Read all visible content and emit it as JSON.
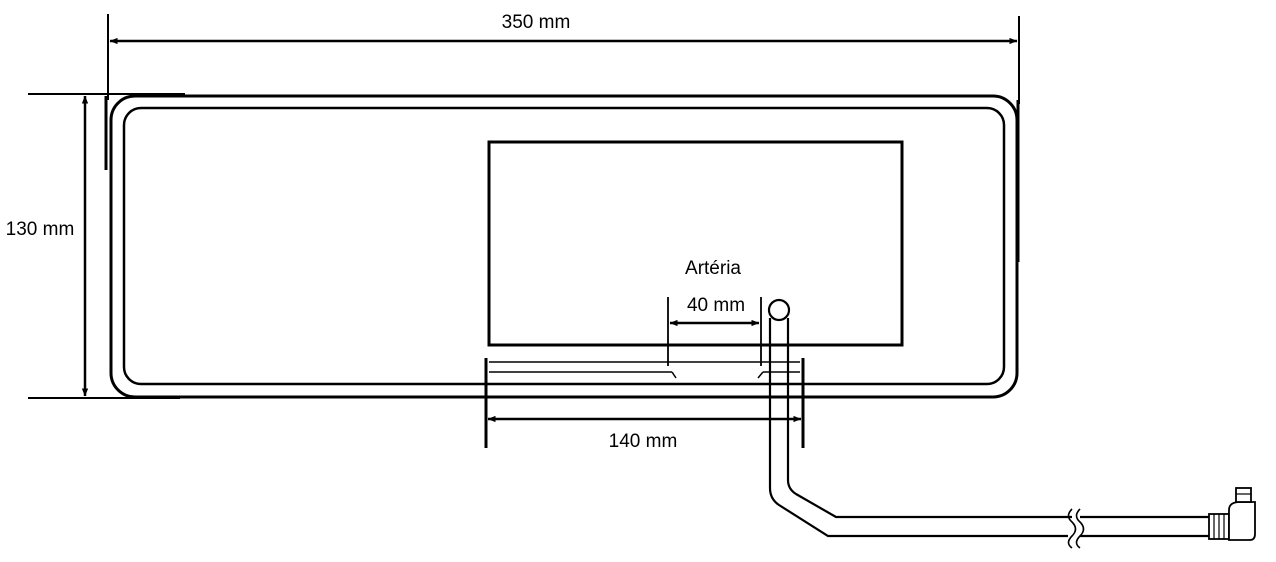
{
  "dimensions": {
    "width_label": "350 mm",
    "height_label": "130 mm",
    "bladder_label": "140 mm",
    "artery_gap_label": "40 mm"
  },
  "artery_label": "Artéria"
}
